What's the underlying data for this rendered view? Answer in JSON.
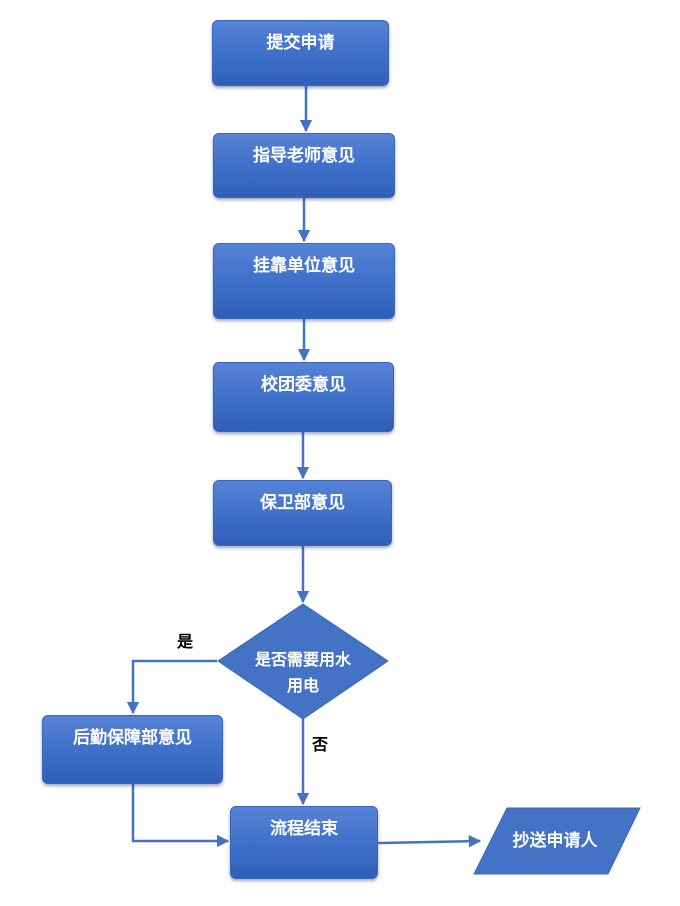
{
  "steps": {
    "submit": "提交申请",
    "advisor": "指导老师意见",
    "affiliate": "挂靠单位意见",
    "youth_league": "校团委意见",
    "security": "保卫部意见",
    "logistics": "后勤保障部意见",
    "end": "流程结束"
  },
  "decision": {
    "question_line1": "是否需要用水",
    "question_line2": "用电",
    "yes_label": "是",
    "no_label": "否"
  },
  "output": {
    "label": "抄送申请人"
  },
  "colors": {
    "box_fill": "#4472c4",
    "connector": "#4472c4"
  }
}
